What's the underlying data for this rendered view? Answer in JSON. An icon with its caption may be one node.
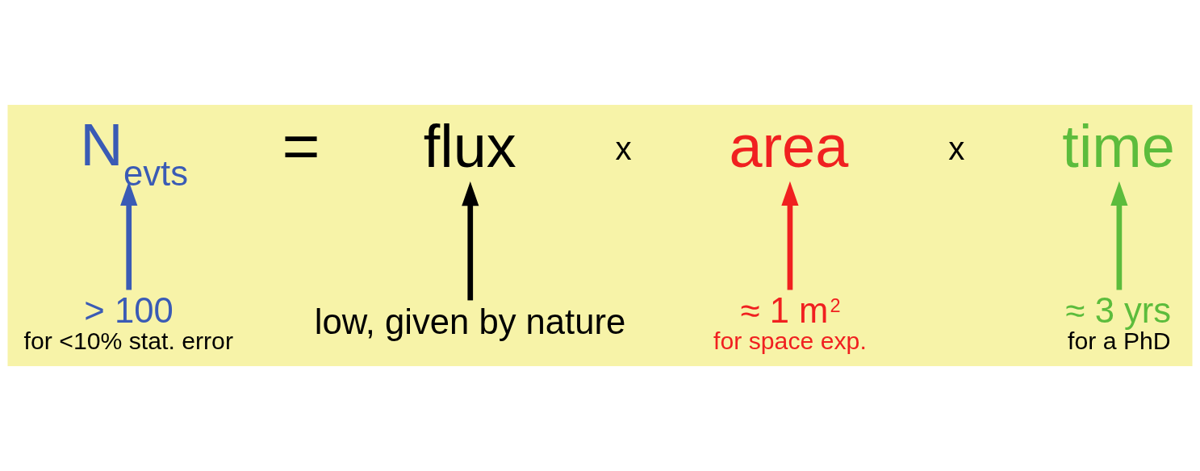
{
  "diagram": {
    "nodes": [
      {
        "text": [
          "N$_{evts}$"
        ]
      },
      {
        "text": [
          "flux"
        ]
      },
      {
        "text": [
          "area"
        ]
      },
      {
        "text": [
          "time"
        ]
      },
      {
        "text": [
          "> 100",
          "for <10% stat. error"
        ]
      },
      {
        "text": [
          "low, given by nature"
        ]
      },
      {
        "text": [
          "≈ 1 m$^{2}$",
          "for space exp."
        ]
      },
      {
        "text": [
          "≈ 3 yrs",
          "for a PhD"
        ]
      }
    ],
    "edges": [
      {
        "from": 4,
        "to": 0,
        "arrow": "to",
        "color": "#3a5bb5"
      },
      {
        "from": 5,
        "to": 1,
        "arrow": "to",
        "color": "#000000"
      },
      {
        "from": 6,
        "to": 2,
        "arrow": "to",
        "color": "#f02020"
      },
      {
        "from": 7,
        "to": 3,
        "arrow": "to",
        "color": "#5cbc3c"
      }
    ],
    "labels": [
      "=",
      "x",
      "x"
    ]
  }
}
